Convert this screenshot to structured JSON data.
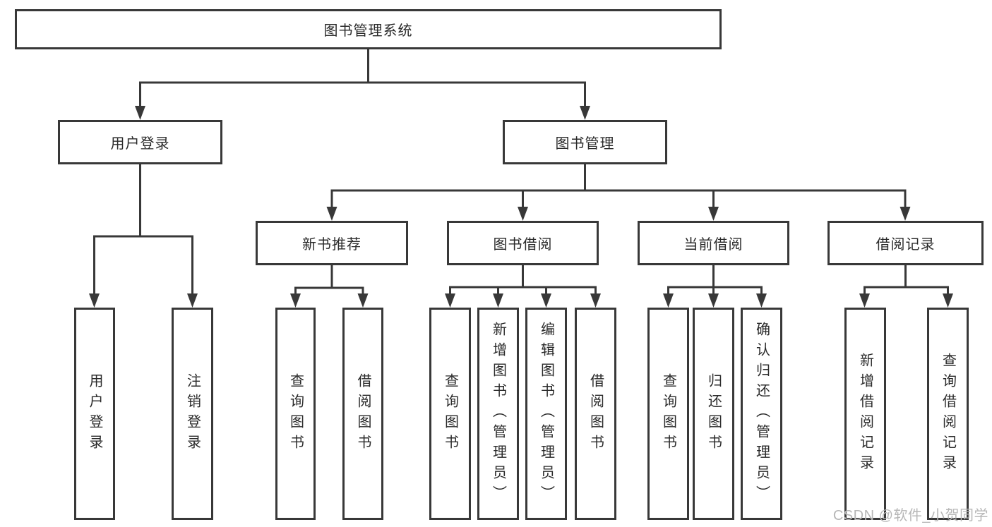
{
  "title": "图书管理系统",
  "watermark": "CSDN @软件_小贺同学",
  "colors": {
    "line": "#383838",
    "box_border": "#383838",
    "text": "#2a2a2a",
    "watermark": "#b7b7b7",
    "background": "#ffffff"
  },
  "tree": {
    "root": {
      "label": "图书管理系统"
    },
    "branches": [
      {
        "label": "用户登录",
        "leaves": [
          "用户登录",
          "注销登录"
        ]
      },
      {
        "label": "图书管理",
        "groups": [
          {
            "label": "新书推荐",
            "leaves": [
              "查询图书",
              "借阅图书"
            ]
          },
          {
            "label": "图书借阅",
            "leaves": [
              "查询图书",
              "新增图书（管理员）",
              "编辑图书（管理员）",
              "借阅图书"
            ]
          },
          {
            "label": "当前借阅",
            "leaves": [
              "查询图书",
              "归还图书",
              "确认归还（管理员）"
            ]
          },
          {
            "label": "借阅记录",
            "leaves": [
              "新增借阅记录",
              "查询借阅记录"
            ]
          }
        ]
      }
    ]
  }
}
